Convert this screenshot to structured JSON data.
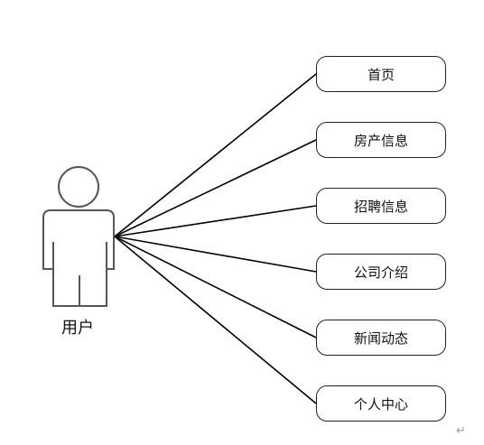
{
  "actor": {
    "label": "用户",
    "icon": "user-stick-figure-icon"
  },
  "use_cases": [
    {
      "label": "首页"
    },
    {
      "label": "房产信息"
    },
    {
      "label": "招聘信息"
    },
    {
      "label": "公司介绍"
    },
    {
      "label": "新闻动态"
    },
    {
      "label": "个人中心"
    }
  ],
  "colors": {
    "line": "#000000",
    "actor_stroke": "#555555",
    "border": "#222222"
  },
  "editor_marks": {
    "paragraph_mark": "↵"
  }
}
